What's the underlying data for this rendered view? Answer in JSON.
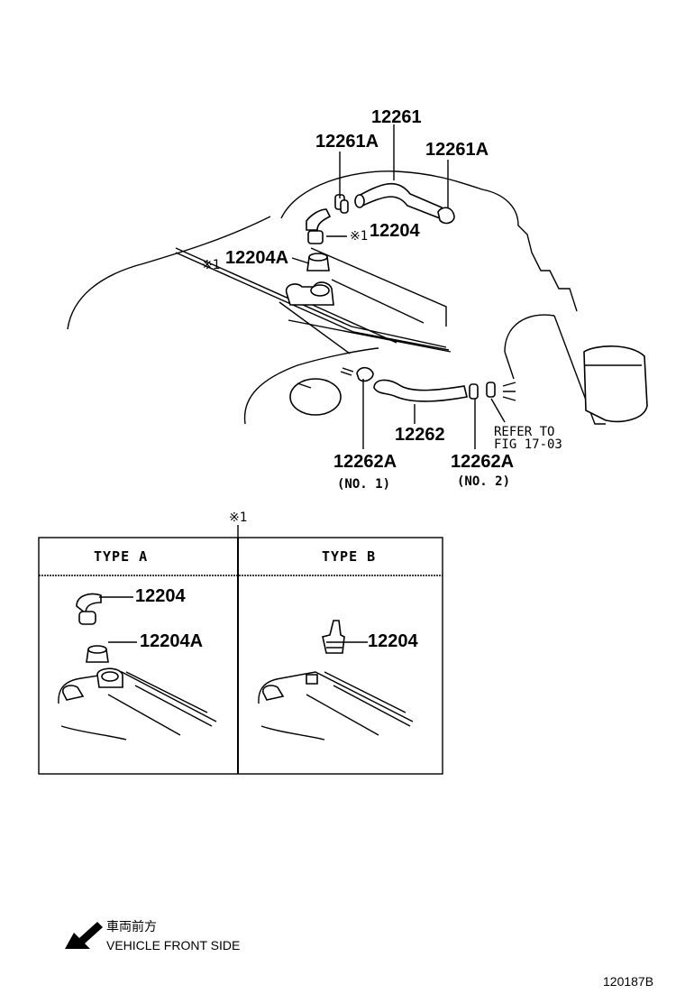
{
  "labels": {
    "p12261": "12261",
    "p12261A_left": "12261A",
    "p12261A_right": "12261A",
    "p12204_main": "12204",
    "mark1_main": "※1",
    "p12204A_main": "12204A",
    "mark1_left": "※1",
    "p12262": "12262",
    "p12262A_no1": "12262A",
    "no1": "(NO. 1)",
    "p12262A_no2": "12262A",
    "no2": "(NO. 2)",
    "refer_line1": "REFER TO",
    "refer_line2": "FIG 17-03",
    "mark1_box": "※1"
  },
  "types": {
    "type_a": {
      "title": "TYPE A",
      "part_top": "12204",
      "part_bottom": "12204A"
    },
    "type_b": {
      "title": "TYPE B",
      "part": "12204"
    }
  },
  "legend": {
    "japanese": "車両前方",
    "english": "VEHICLE FRONT SIDE"
  },
  "figure_code": "120187B"
}
